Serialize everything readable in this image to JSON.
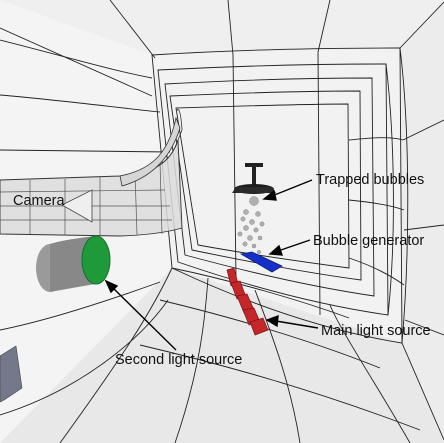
{
  "labels": {
    "camera": "Camera",
    "trapped_bubbles": "Trapped bubbles",
    "bubble_generator": "Bubble generator",
    "main_light_source": "Main light source",
    "second_light_source": "Second light source"
  },
  "colors": {
    "background": "#ffffff",
    "tank_face": "#f1f1f1",
    "tank_floor": "#e9e9e9",
    "grid_line": "#1f1f1f",
    "camera_tube": "#e0e0e0",
    "second_light_body": "#8d8d8d",
    "second_light_lens": "#1f9a3a",
    "bubble_generator": "#1530c8",
    "main_light": "#c4262a",
    "trap_head": "#1c1c1c",
    "bubble": "#a9a9a9"
  }
}
